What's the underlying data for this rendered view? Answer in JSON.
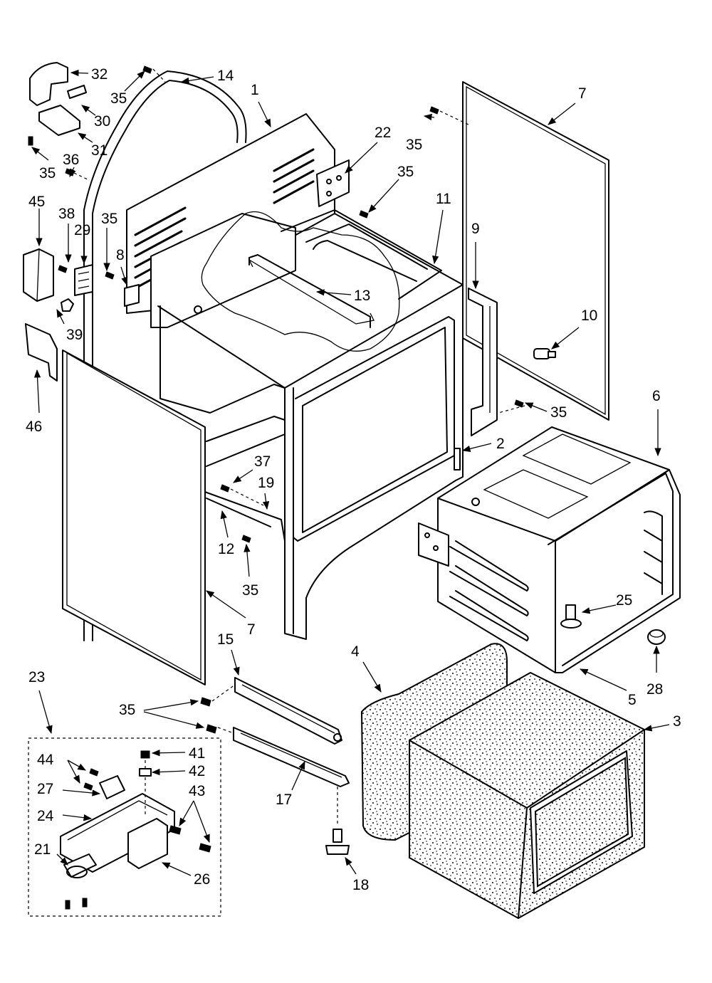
{
  "callouts": [
    {
      "id": "c1",
      "label": "1"
    },
    {
      "id": "c2",
      "label": "2"
    },
    {
      "id": "c3",
      "label": "3"
    },
    {
      "id": "c4",
      "label": "4"
    },
    {
      "id": "c5",
      "label": "5"
    },
    {
      "id": "c6",
      "label": "6"
    },
    {
      "id": "c7a",
      "label": "7"
    },
    {
      "id": "c7b",
      "label": "7"
    },
    {
      "id": "c8",
      "label": "8"
    },
    {
      "id": "c9",
      "label": "9"
    },
    {
      "id": "c10",
      "label": "10"
    },
    {
      "id": "c11",
      "label": "11"
    },
    {
      "id": "c12",
      "label": "12"
    },
    {
      "id": "c13",
      "label": "13"
    },
    {
      "id": "c14",
      "label": "14"
    },
    {
      "id": "c15",
      "label": "15"
    },
    {
      "id": "c17",
      "label": "17"
    },
    {
      "id": "c18",
      "label": "18"
    },
    {
      "id": "c19",
      "label": "19"
    },
    {
      "id": "c21",
      "label": "21"
    },
    {
      "id": "c22",
      "label": "22"
    },
    {
      "id": "c23",
      "label": "23"
    },
    {
      "id": "c24",
      "label": "24"
    },
    {
      "id": "c25",
      "label": "25"
    },
    {
      "id": "c26",
      "label": "26"
    },
    {
      "id": "c27",
      "label": "27"
    },
    {
      "id": "c28",
      "label": "28"
    },
    {
      "id": "c29",
      "label": "29"
    },
    {
      "id": "c30",
      "label": "30"
    },
    {
      "id": "c31",
      "label": "31"
    },
    {
      "id": "c32",
      "label": "32"
    },
    {
      "id": "c35a",
      "label": "35"
    },
    {
      "id": "c35b",
      "label": "35"
    },
    {
      "id": "c35c",
      "label": "35"
    },
    {
      "id": "c35d",
      "label": "35"
    },
    {
      "id": "c35e",
      "label": "35"
    },
    {
      "id": "c35f",
      "label": "35"
    },
    {
      "id": "c35g",
      "label": "35"
    },
    {
      "id": "c35h",
      "label": "35"
    },
    {
      "id": "c36",
      "label": "36"
    },
    {
      "id": "c37",
      "label": "37"
    },
    {
      "id": "c38",
      "label": "38"
    },
    {
      "id": "c39",
      "label": "39"
    },
    {
      "id": "c41",
      "label": "41"
    },
    {
      "id": "c42",
      "label": "42"
    },
    {
      "id": "c43",
      "label": "43"
    },
    {
      "id": "c44",
      "label": "44"
    },
    {
      "id": "c45",
      "label": "45"
    },
    {
      "id": "c46",
      "label": "46"
    }
  ]
}
